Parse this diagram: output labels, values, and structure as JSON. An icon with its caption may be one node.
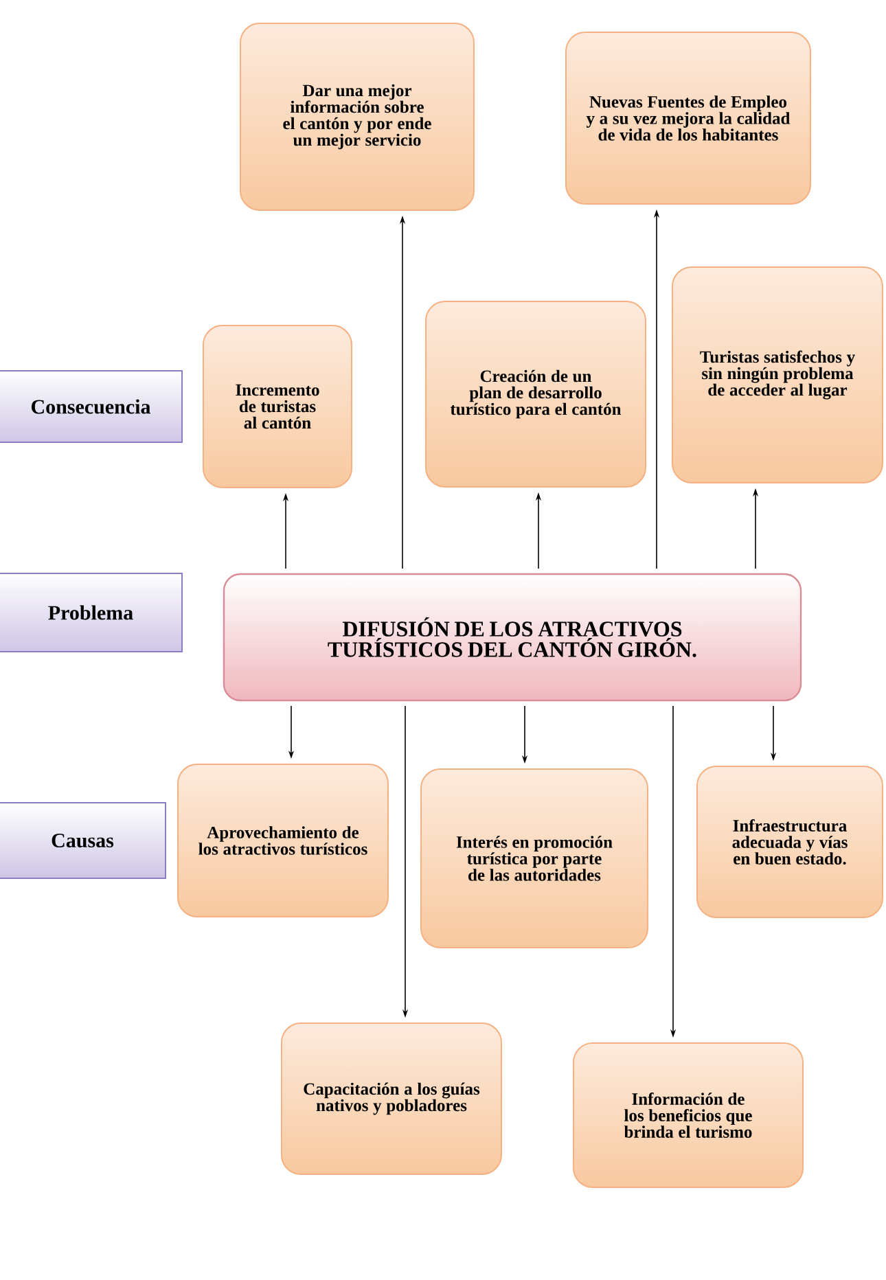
{
  "diagram": {
    "nodes": [
      {
        "text": [
          "Dar una mejor información sobre el cantón y por ende un mejor servicio"
        ]
      },
      {
        "text": [
          "Nuevas Fuentes de Empleo y a su vez mejora la calidad de vida de los habitantes"
        ]
      },
      {
        "text": [
          "Consecuencia"
        ]
      },
      {
        "text": [
          "Incremento de turistas al cantón"
        ]
      },
      {
        "text": [
          "Creación de un plan de desarrollo turístico para el cantón"
        ]
      },
      {
        "text": [
          "Turistas satisfechos y sin ningún problema de acceder al lugar"
        ]
      },
      {
        "text": [
          "Problema"
        ]
      },
      {
        "text": [
          "DIFUSIÓN  DE LOS ATRACTIVOS TURÍSTICOS DEL CANTÓN GIRÓN."
        ]
      },
      {
        "text": [
          "Causas"
        ]
      },
      {
        "text": [
          "Aprovechamiento de los atractivos turísticos"
        ]
      },
      {
        "text": [
          "Interés en promoción turística por parte de las autoridades"
        ]
      },
      {
        "text": [
          "Infraestructura adecuada y vías en buen estado."
        ]
      },
      {
        "text": [
          "Capacitación a los guías nativos  y pobladores"
        ]
      },
      {
        "text": [
          "Información de los beneficios que brinda el turismo"
        ]
      }
    ],
    "edges": [
      {
        "from": 7,
        "to": 0,
        "arrow": "to"
      },
      {
        "from": 7,
        "to": 1,
        "arrow": "to"
      },
      {
        "from": 7,
        "to": 3,
        "arrow": "to"
      },
      {
        "from": 7,
        "to": 4,
        "arrow": "to"
      },
      {
        "from": 7,
        "to": 5,
        "arrow": "to"
      },
      {
        "from": 7,
        "to": 9,
        "arrow": "to"
      },
      {
        "from": 7,
        "to": 12,
        "arrow": "to"
      },
      {
        "from": 7,
        "to": 10,
        "arrow": "to"
      },
      {
        "from": 7,
        "to": 13,
        "arrow": "to"
      },
      {
        "from": 7,
        "to": 11,
        "arrow": "to"
      }
    ]
  }
}
